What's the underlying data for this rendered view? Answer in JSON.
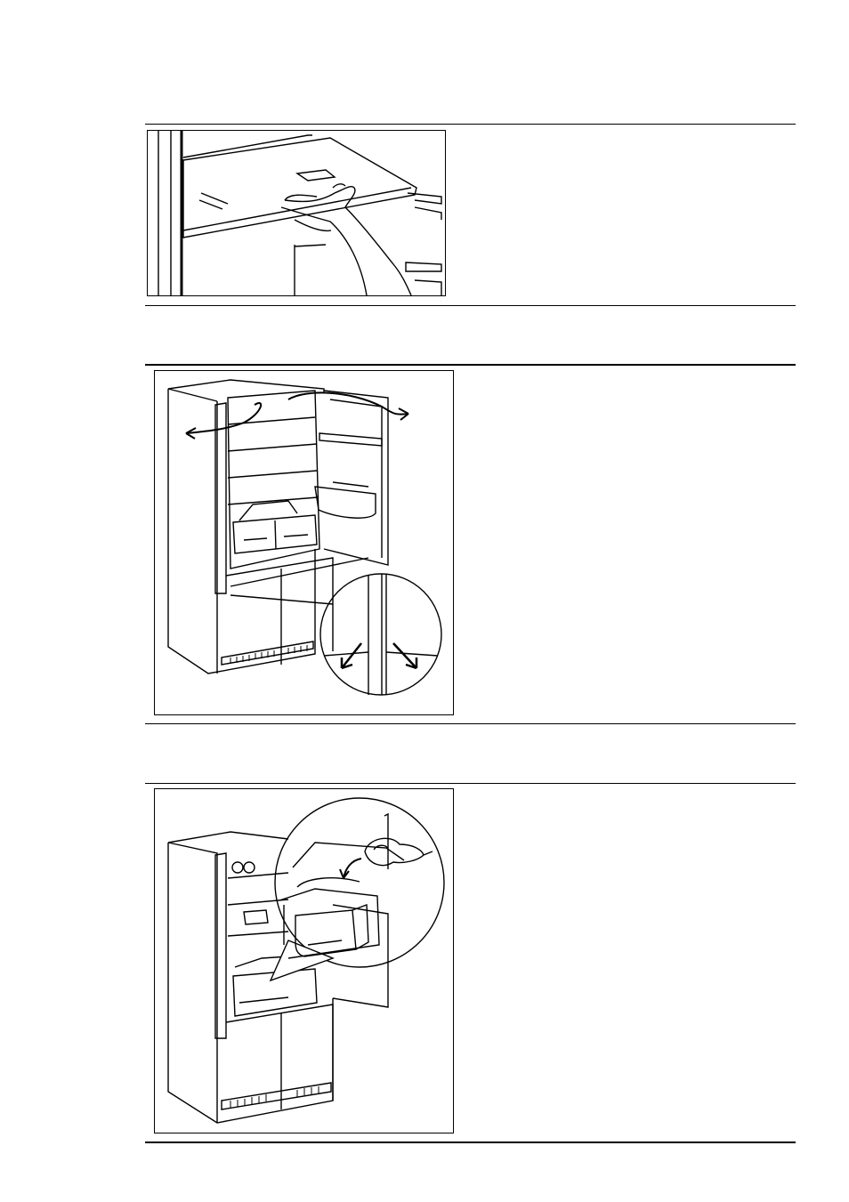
{
  "page": {
    "sections": [
      {
        "id": "shelf-removal",
        "figure_icon": "hand-pulling-glass-shelf-illustration",
        "text": ""
      },
      {
        "id": "door-opening",
        "figure_icon": "fridge-doors-opening-with-detail-illustration",
        "text": ""
      },
      {
        "id": "drawer-fruit",
        "figure_icon": "fridge-drawer-with-food-detail-illustration",
        "text": ""
      }
    ]
  }
}
